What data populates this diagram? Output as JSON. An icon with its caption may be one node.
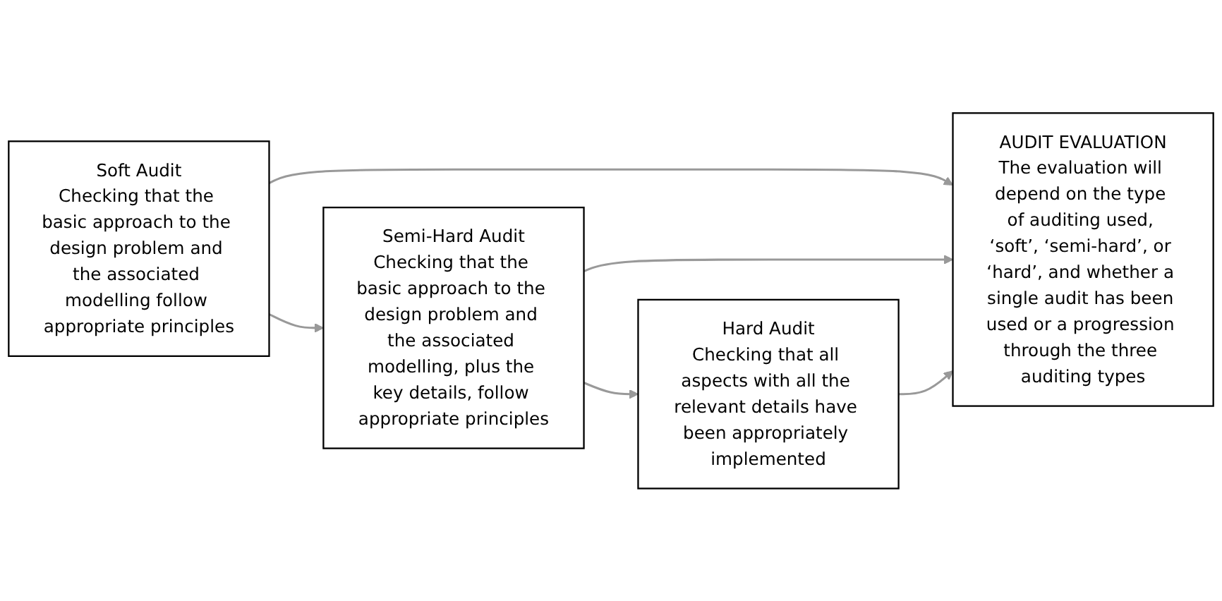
{
  "diagram": {
    "nodes": [
      {
        "text": [
          "Soft Audit",
          "Checking that the basic approach to the design problem and the associated modelling follow appropriate principles"
        ]
      },
      {
        "text": [
          "Semi-Hard Audit",
          "Checking that the basic approach to the design problem and the associated modelling, plus the key details, follow appropriate principles"
        ]
      },
      {
        "text": [
          "Hard Audit",
          "Checking that all aspects with all the relevant details have been appropriately implemented"
        ]
      },
      {
        "text": [
          "AUDIT EVALUATION",
          "The evaluation will depend on the type of auditing used, ‘soft’, ‘semi-hard’, or ‘hard’, and whether a single audit has been used or a progression through the three auditing types"
        ]
      }
    ],
    "edges": [
      {
        "from": 0,
        "to": 1,
        "arrow": "to"
      },
      {
        "from": 1,
        "to": 2,
        "arrow": "to"
      },
      {
        "from": 0,
        "to": 3,
        "arrow": "to"
      },
      {
        "from": 1,
        "to": 3,
        "arrow": "to"
      },
      {
        "from": 2,
        "to": 3,
        "arrow": "to"
      }
    ]
  }
}
